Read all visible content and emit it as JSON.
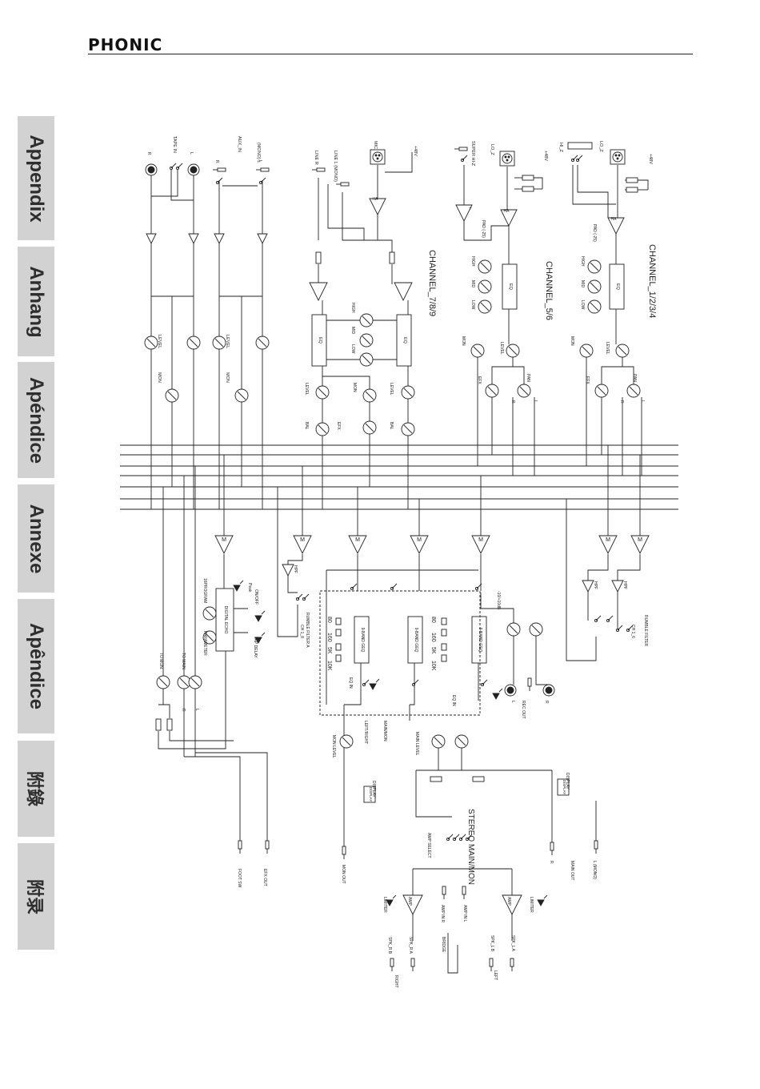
{
  "brand": "PHONIC",
  "tabs": [
    "Appendix",
    "Anhang",
    "Apéndice",
    "Annexe",
    "Apêndice",
    "附錄",
    "附录"
  ],
  "channel_titles": [
    "CHANNEL_7/8/9",
    "CHANNEL_5/6",
    "CHANNEL_1/2/3/4"
  ],
  "labels": {
    "tape_in": "TAPE IN",
    "r": "R",
    "l": "L",
    "aux_in": "AUX_IN",
    "mono_l": "(MONO) L",
    "line_r": "LINE R",
    "line_l_mono": "LINE L (MONO)",
    "mic": "MIC",
    "p48": "+48V",
    "super_hiz": "SUPER HI-Z",
    "lo_z": "LO_Z",
    "hi_z": "HI_Z",
    "ha": "HA",
    "pad_5": "PAD (-25)",
    "pad_4": "PAD (-25)",
    "level": "LEVEL",
    "mon": "MON",
    "efx": "EFX",
    "pan": "PAN",
    "bal": "BAL",
    "high": "HIGH",
    "mid": "MID",
    "low": "LOW",
    "eq": "EQ",
    "program": "16PROGRAM",
    "digital_echo": "DIGITAL ECHO",
    "parameter": "PARAMETER",
    "peak": "Peak",
    "on_off": "ON/OFF",
    "tap_delay": "TAP DELAY",
    "to_mon": "TO MON.",
    "to_main": "TO MAIN.",
    "hpf": "HPF",
    "rumble_a": "RUMBLE FILTER A",
    "ch_1_8": "CH 1_8",
    "rumble_b": "RUMBLE FILTER",
    "ch_1_6": "CH 1_6",
    "band_geq": "9-BAND GEQ",
    "f80": "80",
    "f160": "160",
    "f5k": "5K",
    "f10k": "10K",
    "eq_in": "EQ IN",
    "minus10": "-10/+10dB",
    "rec_out": "REC OUT",
    "main_mon": "MAIN/MON",
    "left_right": "LEFT/RIGHT",
    "mon_level": "MON LEVEL",
    "main_level": "MAIN LEVEL",
    "display": "DISPLAY",
    "stereo_main_mon": "STEREO MAIN/MON",
    "amp_select": "AMP SELECT",
    "mon_out": "MON OUT",
    "main_out": "MAIN OUT",
    "l_mono": "L (MONO)",
    "foot_sw": "FOOT SW",
    "efx_out": "EFX OUT",
    "amp": "AMP",
    "limiter": "LIMITER",
    "amp_in_r": "AMP IN R",
    "amp_in_l": "AMP IN L",
    "spk_rb": "SPK_R B",
    "spk_ra": "SPK_R A",
    "spk_lb": "SPK_L B",
    "spk_la": "SPK_L A",
    "bridge": "BRIDGE",
    "right": "RIGHT",
    "left": "LEFT",
    "m": "M"
  }
}
